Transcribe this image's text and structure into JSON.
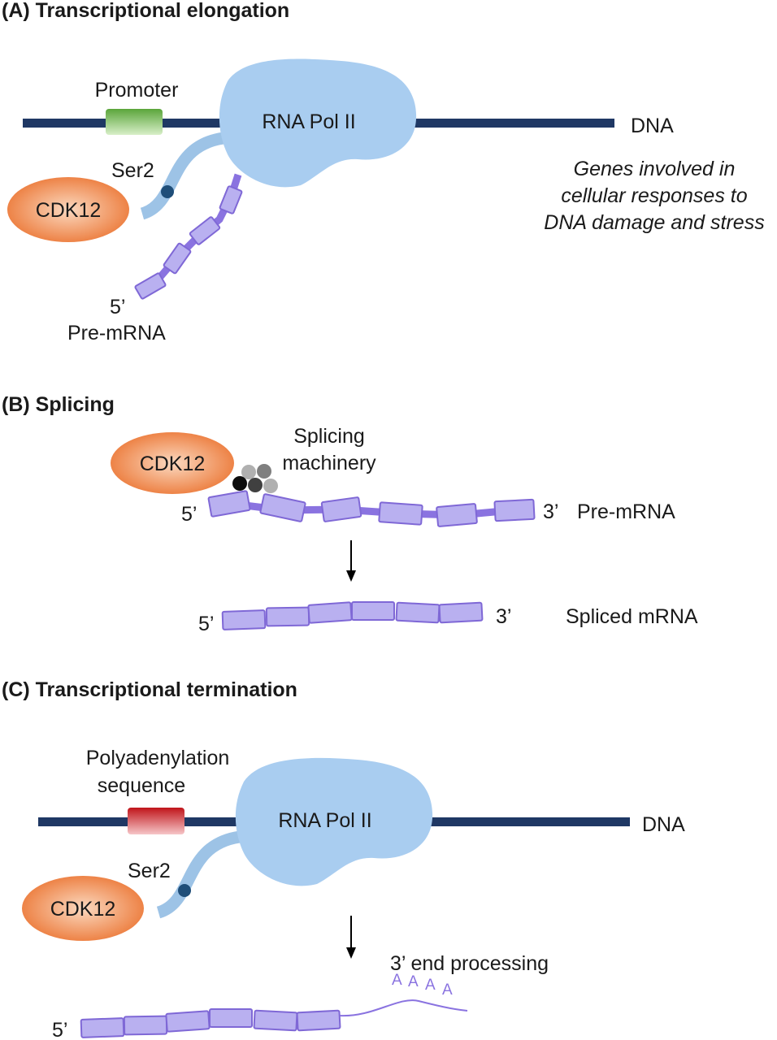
{
  "panelA": {
    "heading": "(A) Transcriptional elongation",
    "promoter_label": "Promoter",
    "polymerase_label": "RNA Pol II",
    "dna_label": "DNA",
    "ser2_label": "Ser2",
    "kinase_label": "CDK12",
    "five_prime_label": "5’",
    "transcript_label": "Pre-mRNA",
    "note_lines": [
      "Genes involved in",
      "cellular responses to",
      "DNA damage and stress"
    ]
  },
  "panelB": {
    "heading": "(B) Splicing",
    "kinase_label": "CDK12",
    "machinery_lines": [
      "Splicing",
      "machinery"
    ],
    "five_prime_label": "5’",
    "three_prime_label": "3’",
    "pre_mrna_label": "Pre-mRNA",
    "spliced_five_prime_label": "5’",
    "spliced_three_prime_label": "3’",
    "spliced_label": "Spliced mRNA"
  },
  "panelC": {
    "heading": "(C) Transcriptional termination",
    "polya_lines": [
      "Polyadenylation",
      "sequence"
    ],
    "polymerase_label": "RNA Pol II",
    "dna_label": "DNA",
    "ser2_label": "Ser2",
    "kinase_label": "CDK12",
    "processing_label": "3’ end processing",
    "five_prime_label": "5’",
    "polya_tail": [
      "A",
      "A",
      "A",
      "A"
    ]
  },
  "colors": {
    "dna": "#1f3864",
    "polymerase": "#a9cdf0",
    "ctd_tail": "#9dc3e6",
    "cdk12": "#ed7d31",
    "promoter": "#70ad47",
    "polya_site": "#c00000",
    "rna_segment": "#b9b0f0",
    "rna_outline": "#7f68d6"
  }
}
